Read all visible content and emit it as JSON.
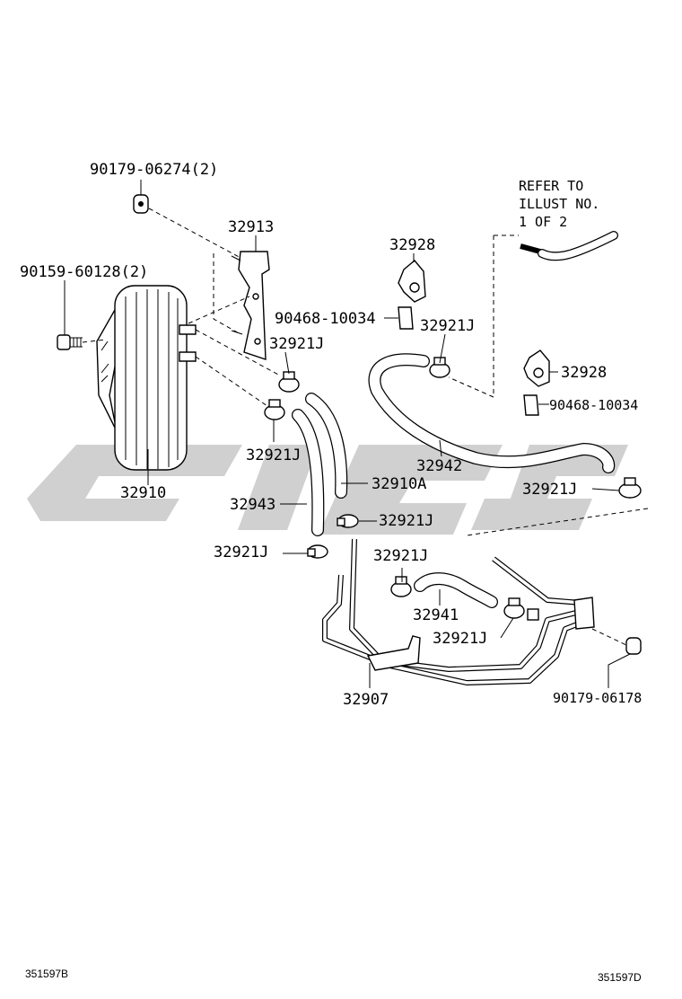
{
  "watermark": {
    "color": "#d0d0d0"
  },
  "labels": {
    "p90179_06274": "90179-06274(2)",
    "p32913": "32913",
    "p90159_60128": "90159-60128(2)",
    "p32910": "32910",
    "p32921j_a": "32921J",
    "p32921j_b": "32921J",
    "p32943": "32943",
    "p32910a": "32910A",
    "p32921j_c": "32921J",
    "p32921j_d": "32921J",
    "p32928_top": "32928",
    "p90468_left": "90468-10034",
    "p32921j_e": "32921J",
    "p32928_right": "32928",
    "p90468_right": "90468-10034",
    "p32942": "32942",
    "p32921j_f": "32921J",
    "p32921j_g": "32921J",
    "p32941": "32941",
    "p32921j_h": "32921J",
    "p32907": "32907",
    "p90179_06178": "90179-06178"
  },
  "refer_note": {
    "line1": "REFER TO",
    "line2": "ILLUST NO.",
    "line3": "1 OF 2"
  },
  "footer": {
    "left_code": "351597B",
    "right_code": "351597D"
  }
}
